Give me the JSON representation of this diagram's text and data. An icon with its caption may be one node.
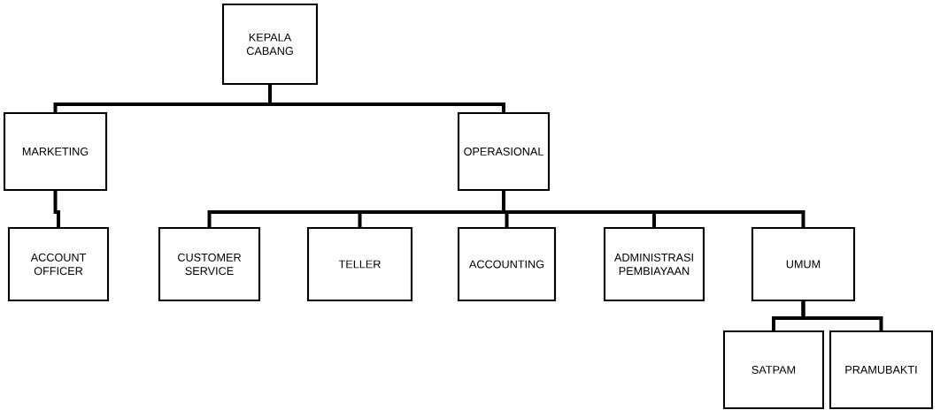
{
  "diagram": {
    "nodes": [
      {
        "text": [
          "KEPALA CABANG"
        ]
      },
      {
        "text": [
          "MARKETING"
        ]
      },
      {
        "text": [
          "OPERASIONAL"
        ]
      },
      {
        "text": [
          "ACCOUNT OFFICER"
        ]
      },
      {
        "text": [
          "CUSTOMER SERVICE"
        ]
      },
      {
        "text": [
          "TELLER"
        ]
      },
      {
        "text": [
          "ACCOUNTING"
        ]
      },
      {
        "text": [
          "ADMINISTRASI PEMBIAYAAN"
        ]
      },
      {
        "text": [
          "UMUM"
        ]
      },
      {
        "text": [
          "SATPAM"
        ]
      },
      {
        "text": [
          "PRAMUBAKTI"
        ]
      }
    ],
    "edges": [
      {
        "from": 0,
        "to": 1,
        "arrow": "none"
      },
      {
        "from": 0,
        "to": 2,
        "arrow": "none"
      },
      {
        "from": 1,
        "to": 3,
        "arrow": "none"
      },
      {
        "from": 2,
        "to": 4,
        "arrow": "none"
      },
      {
        "from": 2,
        "to": 5,
        "arrow": "none"
      },
      {
        "from": 2,
        "to": 6,
        "arrow": "none"
      },
      {
        "from": 2,
        "to": 7,
        "arrow": "none"
      },
      {
        "from": 2,
        "to": 8,
        "arrow": "none"
      },
      {
        "from": 8,
        "to": 9,
        "arrow": "none"
      },
      {
        "from": 8,
        "to": 10,
        "arrow": "none"
      }
    ]
  }
}
